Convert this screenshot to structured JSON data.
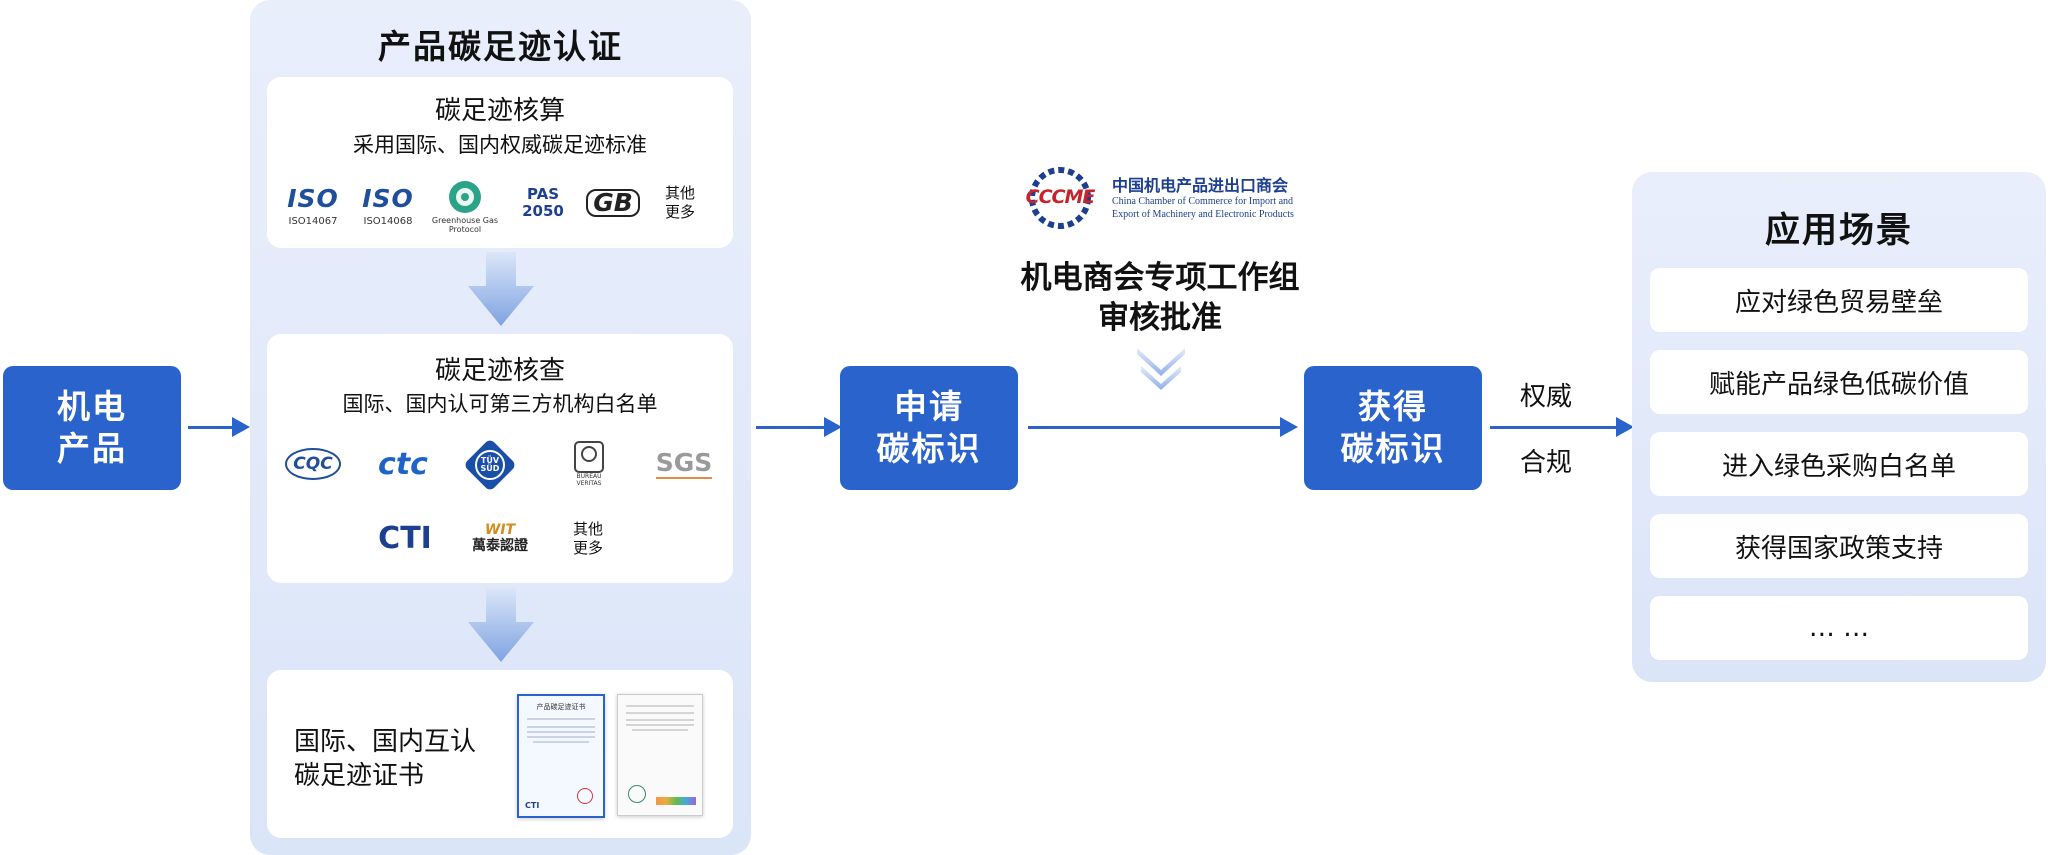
{
  "product_box": {
    "line1": "机电",
    "line2": "产品"
  },
  "cert_panel": {
    "title": "产品碳足迹认证",
    "accounting": {
      "title": "碳足迹核算",
      "subtitle": "采用国际、国内权威碳足迹标准",
      "logos": [
        {
          "word": "ISO",
          "sub": "ISO14067"
        },
        {
          "word": "ISO",
          "sub": "ISO14068"
        },
        {
          "word": "",
          "sub": "Greenhouse Gas Protocol"
        },
        {
          "word": "PAS 2050",
          "sub": ""
        },
        {
          "word": "GB",
          "sub": ""
        }
      ],
      "more": [
        "其他",
        "更多"
      ]
    },
    "verification": {
      "title": "碳足迹核查",
      "subtitle": "国际、国内认可第三方机构白名单",
      "logos": [
        "CQC",
        "ctc",
        "TÜV SÜD",
        "BUREAU VERITAS",
        "SGS",
        "CTI",
        "萬泰認證"
      ],
      "more": [
        "其他",
        "更多"
      ]
    },
    "certificate": {
      "line1": "国际、国内互认",
      "line2": "碳足迹证书",
      "cert1_title": "产品碳足迹证书",
      "cert1_logo": "CTI"
    }
  },
  "apply_box": {
    "line1": "申请",
    "line2": "碳标识"
  },
  "cccme": {
    "logo_text": "CCCME",
    "name_cn": "中国机电产品进出口商会",
    "name_en_1": "China Chamber of Commerce for Import and",
    "name_en_2": "Export of Machinery and Electronic Products",
    "approval_1": "机电商会专项工作组",
    "approval_2": "审核批准"
  },
  "obtain_box": {
    "line1": "获得",
    "line2": "碳标识"
  },
  "arrow_labels": {
    "top": "权威",
    "bottom": "合规"
  },
  "scenes": {
    "title": "应用场景",
    "items": [
      "应对绿色贸易壁垒",
      "赋能产品绿色低碳价值",
      "进入绿色采购白名单",
      "获得国家政策支持",
      "… …"
    ]
  },
  "colors": {
    "accent": "#2a63cc",
    "panel": "#e3eaf9",
    "cccme_red": "#c8232c",
    "cccme_navy": "#1d3f8f"
  }
}
